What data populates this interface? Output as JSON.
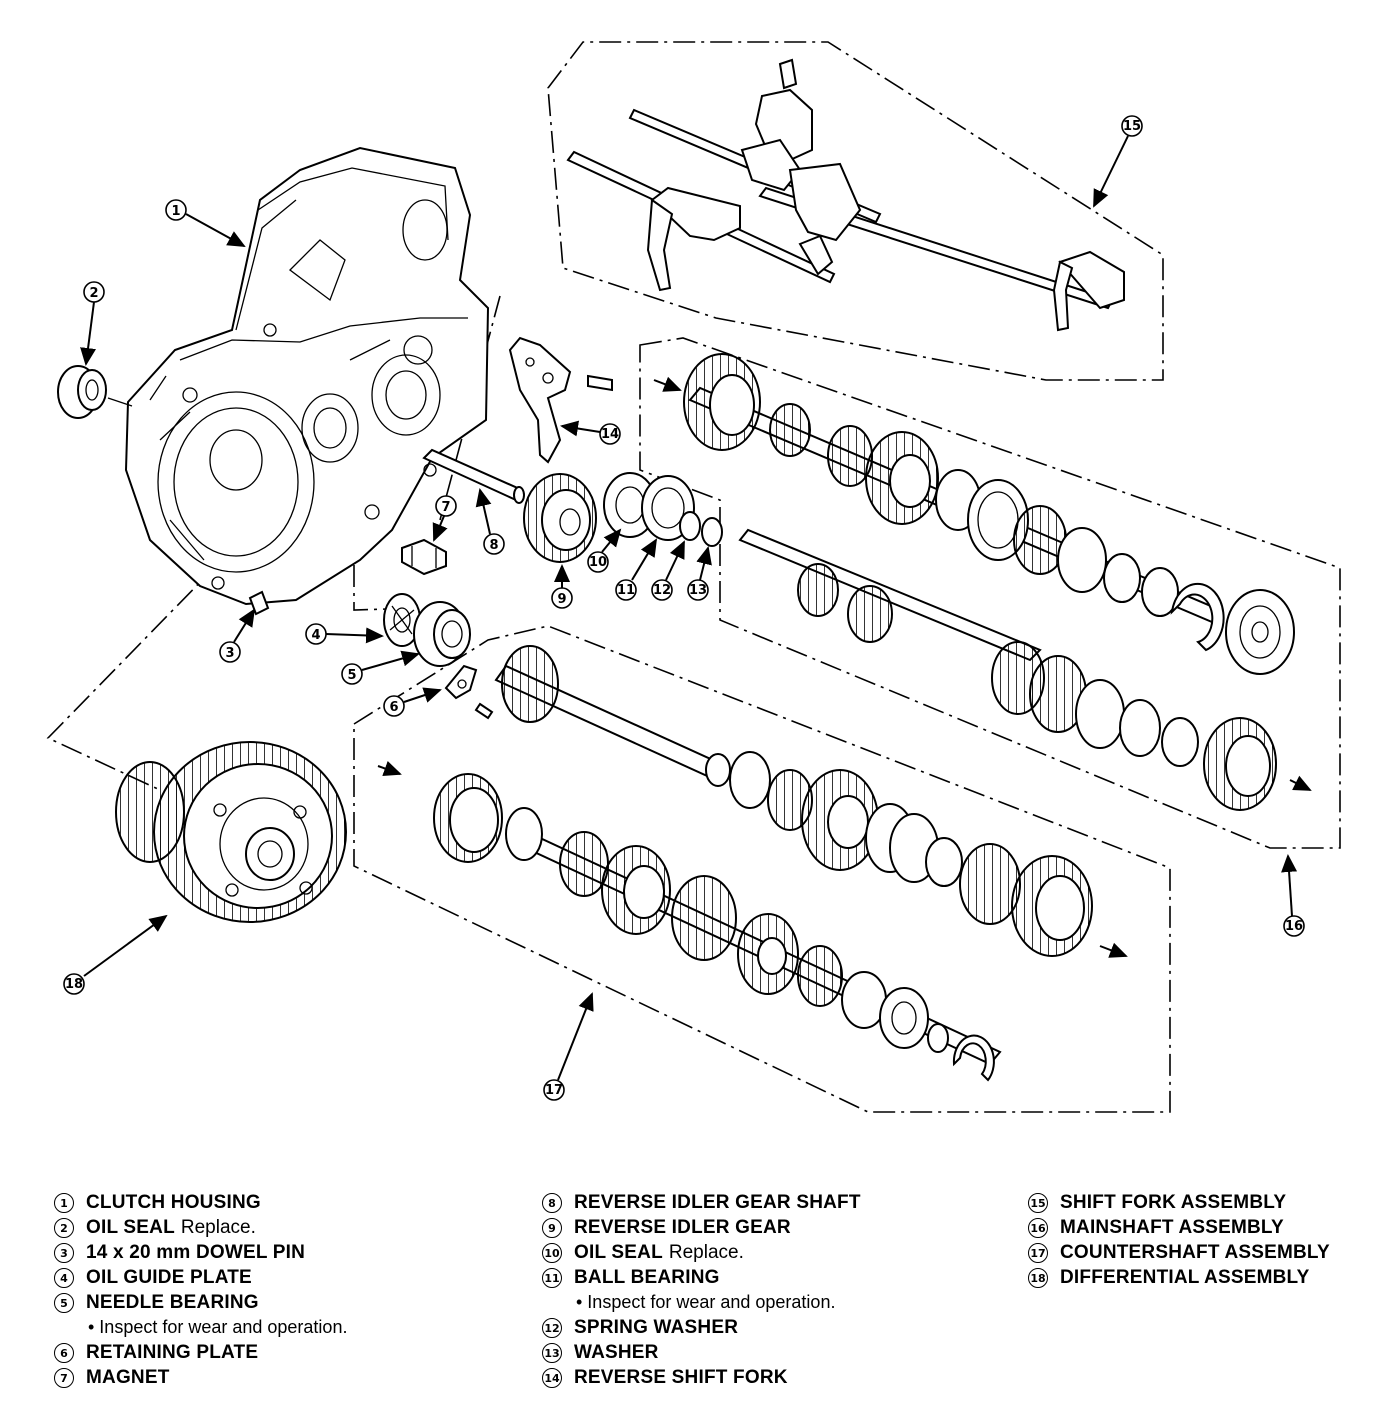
{
  "callouts": [
    "1",
    "2",
    "3",
    "4",
    "5",
    "6",
    "7",
    "8",
    "9",
    "10",
    "11",
    "12",
    "13",
    "14",
    "15",
    "16",
    "17",
    "18"
  ],
  "legend": {
    "col1": [
      {
        "num": "1",
        "name": "CLUTCH HOUSING",
        "extra": ""
      },
      {
        "num": "2",
        "name": "OIL SEAL",
        "extra": "Replace."
      },
      {
        "num": "3",
        "name": "14 x 20 mm DOWEL PIN",
        "extra": ""
      },
      {
        "num": "4",
        "name": "OIL GUIDE PLATE",
        "extra": ""
      },
      {
        "num": "5",
        "name": "NEEDLE BEARING",
        "extra": "",
        "note": "• Inspect for wear and operation."
      },
      {
        "num": "6",
        "name": "RETAINING PLATE",
        "extra": ""
      },
      {
        "num": "7",
        "name": "MAGNET",
        "extra": ""
      }
    ],
    "col2": [
      {
        "num": "8",
        "name": "REVERSE IDLER GEAR SHAFT",
        "extra": ""
      },
      {
        "num": "9",
        "name": "REVERSE IDLER GEAR",
        "extra": ""
      },
      {
        "num": "10",
        "name": "OIL SEAL",
        "extra": "Replace."
      },
      {
        "num": "11",
        "name": "BALL BEARING",
        "extra": "",
        "note": "• Inspect for wear and operation."
      },
      {
        "num": "12",
        "name": "SPRING WASHER",
        "extra": ""
      },
      {
        "num": "13",
        "name": "WASHER",
        "extra": ""
      },
      {
        "num": "14",
        "name": "REVERSE SHIFT FORK",
        "extra": ""
      }
    ],
    "col3": [
      {
        "num": "15",
        "name": "SHIFT FORK ASSEMBLY",
        "extra": ""
      },
      {
        "num": "16",
        "name": "MAINSHAFT ASSEMBLY",
        "extra": ""
      },
      {
        "num": "17",
        "name": "COUNTERSHAFT ASSEMBLY",
        "extra": ""
      },
      {
        "num": "18",
        "name": "DIFFERENTIAL ASSEMBLY",
        "extra": ""
      }
    ]
  }
}
